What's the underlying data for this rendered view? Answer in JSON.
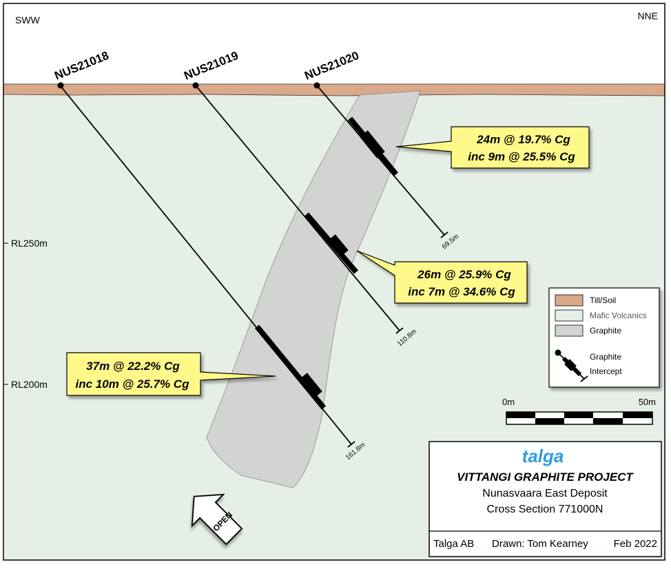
{
  "orientation": {
    "left": "SWW",
    "right": "NNE"
  },
  "elevation_labels": [
    "RL250m",
    "RL200m"
  ],
  "colors": {
    "sky": "#ffffff",
    "till_soil": "#d9a98a",
    "mafic_volcanics": "#e6efe6",
    "graphite": "#d3d3d3",
    "callout_fill": "#fff98a",
    "brand": "#2d9fd8",
    "ink": "#000000"
  },
  "drill_holes": [
    {
      "name": "NUS21018",
      "depth_label": "161.8m"
    },
    {
      "name": "NUS21019",
      "depth_label": "110.8m"
    },
    {
      "name": "NUS21020",
      "depth_label": "69.5m"
    }
  ],
  "intercepts": [
    {
      "hole": "NUS21020",
      "line1": "24m @ 19.7% Cg",
      "line2": "inc 9m @ 25.5% Cg"
    },
    {
      "hole": "NUS21019",
      "line1": "26m @ 25.9% Cg",
      "line2": "inc 7m @ 34.6% Cg"
    },
    {
      "hole": "NUS21018",
      "line1": "37m @ 22.2% Cg",
      "line2": "inc 10m @ 25.7% Cg"
    }
  ],
  "open_label": "OPEN",
  "legend": {
    "items": [
      {
        "label": "Till/Soil",
        "swatch": "till_soil"
      },
      {
        "label": "Mafic Volcanics",
        "swatch": "mafic_volcanics"
      },
      {
        "label": "Graphite",
        "swatch": "graphite"
      }
    ],
    "intercept_line1": "Graphite",
    "intercept_line2": "Intercept"
  },
  "scale_bar": {
    "start_label": "0m",
    "end_label": "50m"
  },
  "title_block": {
    "logo": "talga",
    "project": "VITTANGI GRAPHITE PROJECT",
    "deposit": "Nunasvaara East Deposit",
    "section": "Cross Section 771000N",
    "company": "Talga AB",
    "drawn_by": "Drawn: Tom Kearney",
    "date": "Feb 2022"
  }
}
